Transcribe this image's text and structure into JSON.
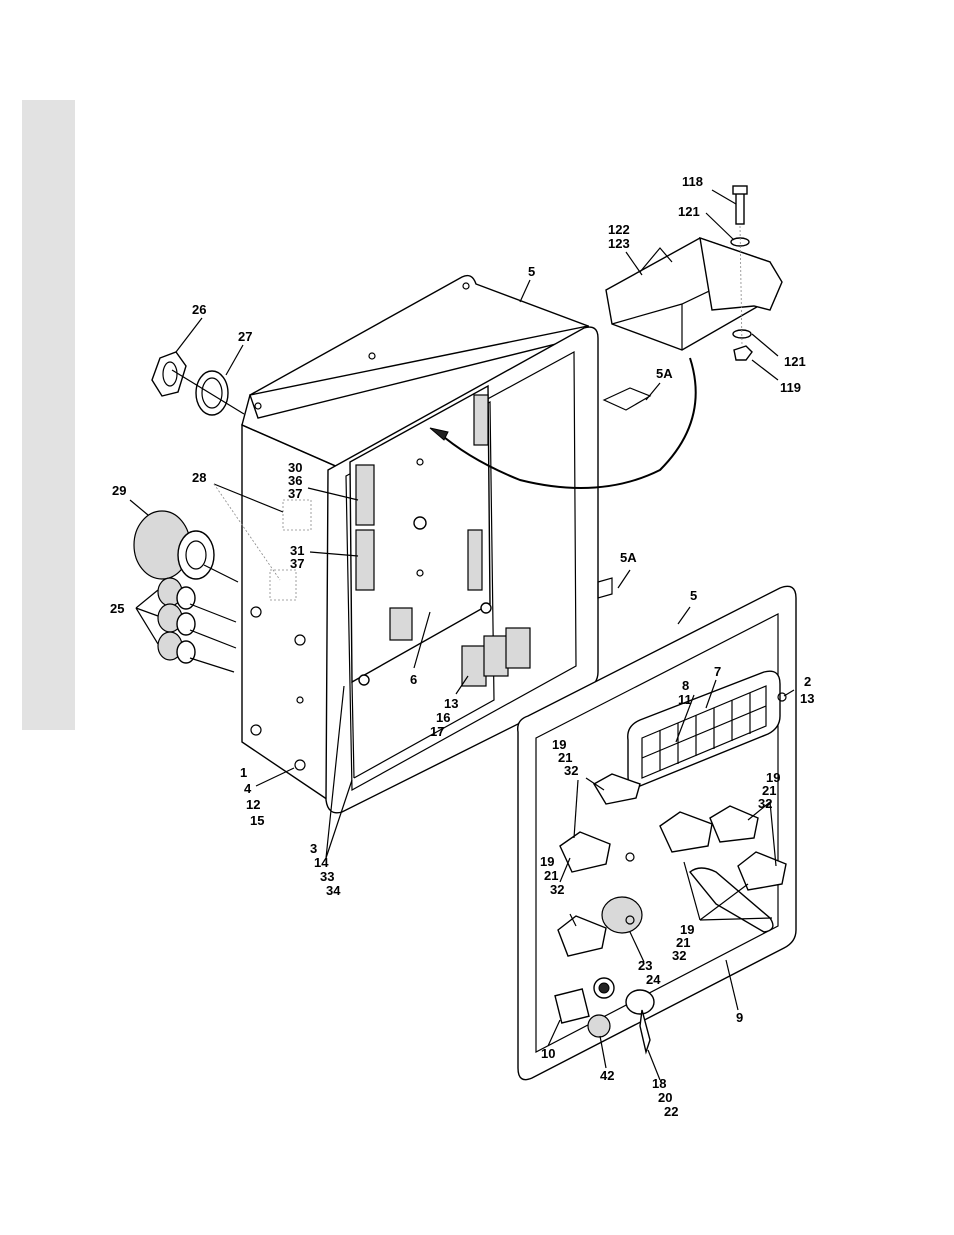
{
  "callouts": {
    "c118": "118",
    "c121a": "121",
    "c122": "122",
    "c123": "123",
    "c5a": "5",
    "c26": "26",
    "c27": "27",
    "c5A_top": "5A",
    "c121b": "121",
    "c119": "119",
    "c30": "30",
    "c36": "36",
    "c37a": "37",
    "c29": "29",
    "c28": "28",
    "c31": "31",
    "c37b": "37",
    "c5A_mid": "5A",
    "c25": "25",
    "c5b": "5",
    "c6": "6",
    "c8": "8",
    "c11": "11",
    "c7": "7",
    "c2": "2",
    "c13a": "13",
    "c13b": "13",
    "c16": "16",
    "c17": "17",
    "c19a": "19",
    "c21a": "21",
    "c32a": "32",
    "c1": "1",
    "c4": "4",
    "c12": "12",
    "c15": "15",
    "c19b": "19",
    "c21b": "21",
    "c32b": "32",
    "c3": "3",
    "c14": "14",
    "c33": "33",
    "c34": "34",
    "c19c": "19",
    "c21c": "21",
    "c32c": "32",
    "c19d": "19",
    "c21d": "21",
    "c32d": "32",
    "c23": "23",
    "c24": "24",
    "c9": "9",
    "c10": "10",
    "c42": "42",
    "c18": "18",
    "c20": "20",
    "c22": "22"
  }
}
